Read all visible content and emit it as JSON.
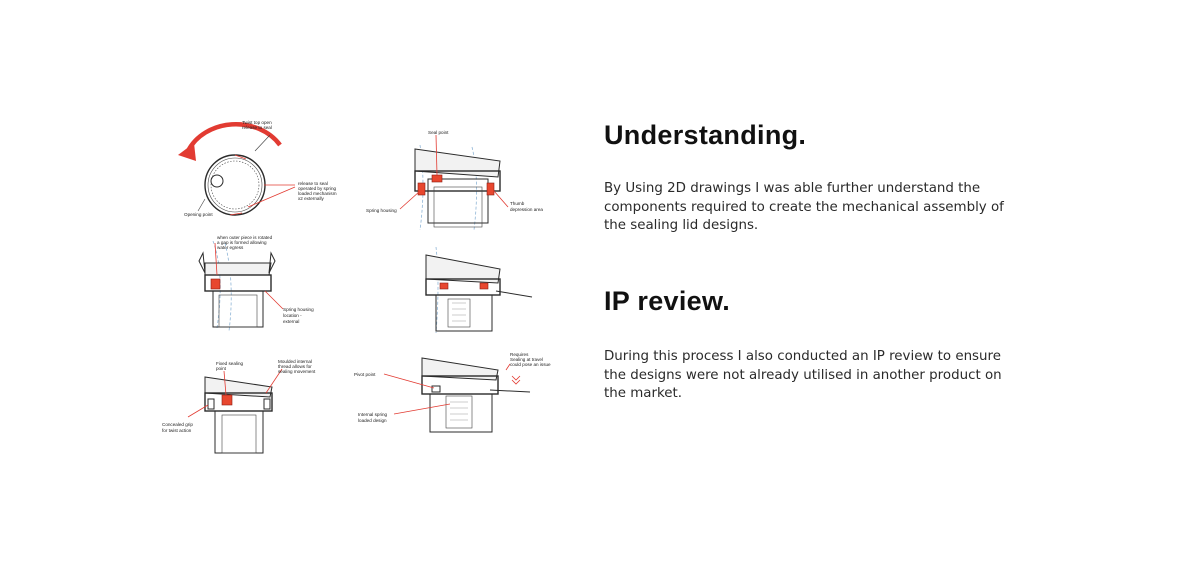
{
  "sections": [
    {
      "title": "Understanding.",
      "body": "By Using 2D drawings I was able further understand the components required to create the mechanical assembly of the sealing lid designs."
    },
    {
      "title": "IP review.",
      "body": "During this process I also conducted an IP review to ensure the designs were not already utilised in another product on the market."
    }
  ],
  "drawings": {
    "top_view": {
      "label_twist": [
        "Twist top open",
        "release to seal"
      ],
      "label_release": [
        "release to seal",
        "operated by spring",
        "loaded mechanism",
        "x2 externally"
      ],
      "label_opening": "Opening point"
    },
    "section_seal": {
      "label_seal": "Seal point",
      "label_spring": "Spring housing",
      "label_thumb": [
        "Thumb",
        "depression area"
      ]
    },
    "section_outer": {
      "label_outer": [
        "when outer piece is rotated",
        "a gap is formed allowing",
        "water egress"
      ],
      "label_spring_loc": [
        "Spring housing",
        "location -",
        "external"
      ]
    },
    "section_fixed": {
      "label_fixed": [
        "Fixed sealing",
        "point"
      ],
      "label_moulded": [
        "Moulded internal",
        "thread allows for",
        "sealing movement"
      ],
      "label_grip": [
        "Concealed grip",
        "for twist action"
      ]
    },
    "section_pivot": {
      "label_requires": [
        "Requires",
        "Sealing at travel",
        "could pose an issue"
      ],
      "label_pivot": "Pivot point",
      "label_internal": [
        "Internal spring",
        "loaded design"
      ]
    }
  },
  "colors": {
    "accent_red": "#e23b32",
    "water_blue": "#8fb5d6",
    "text": "#2a2a2a"
  }
}
